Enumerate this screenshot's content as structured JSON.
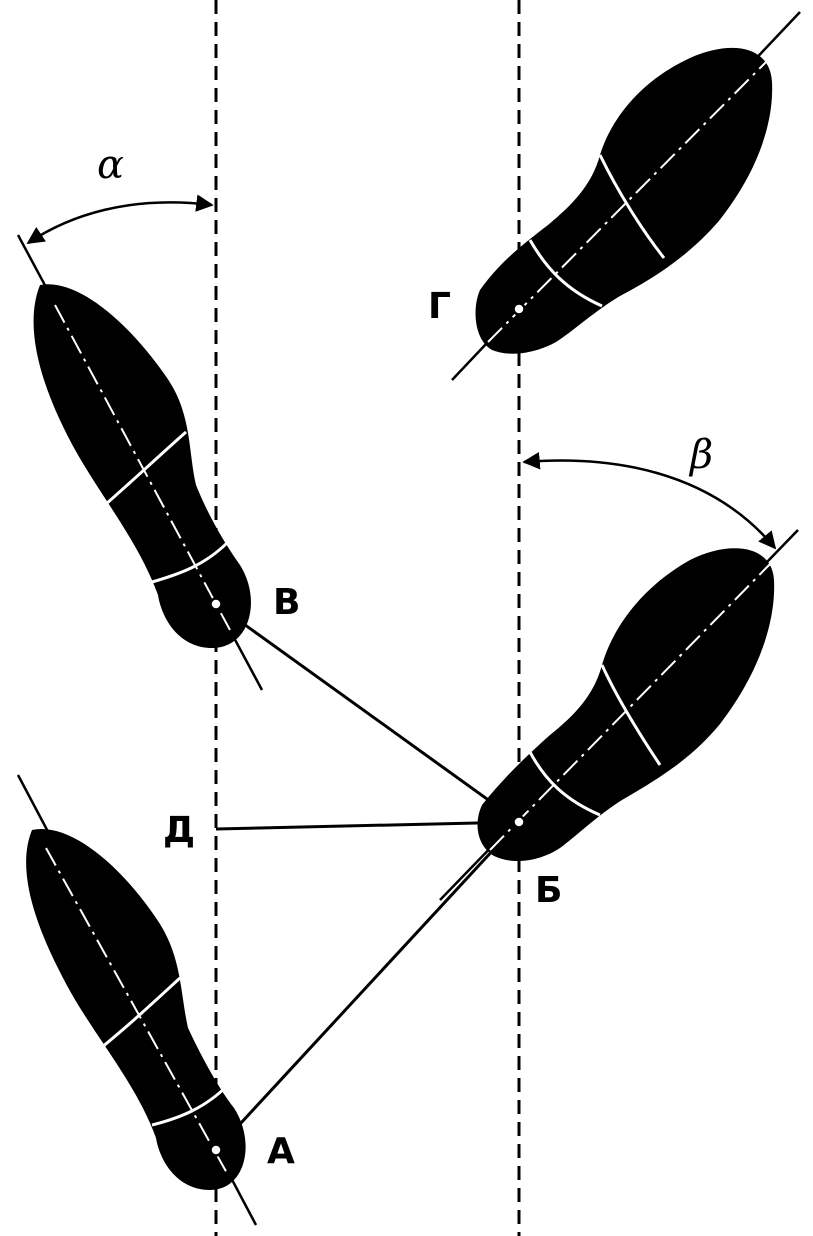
{
  "labels": {
    "point_a": "А",
    "point_b": "Б",
    "point_v": "В",
    "point_g": "Г",
    "point_d": "Д",
    "angle_alpha": "α",
    "angle_beta": "β"
  },
  "colors": {
    "ink": "#000000",
    "paper": "#ffffff"
  }
}
